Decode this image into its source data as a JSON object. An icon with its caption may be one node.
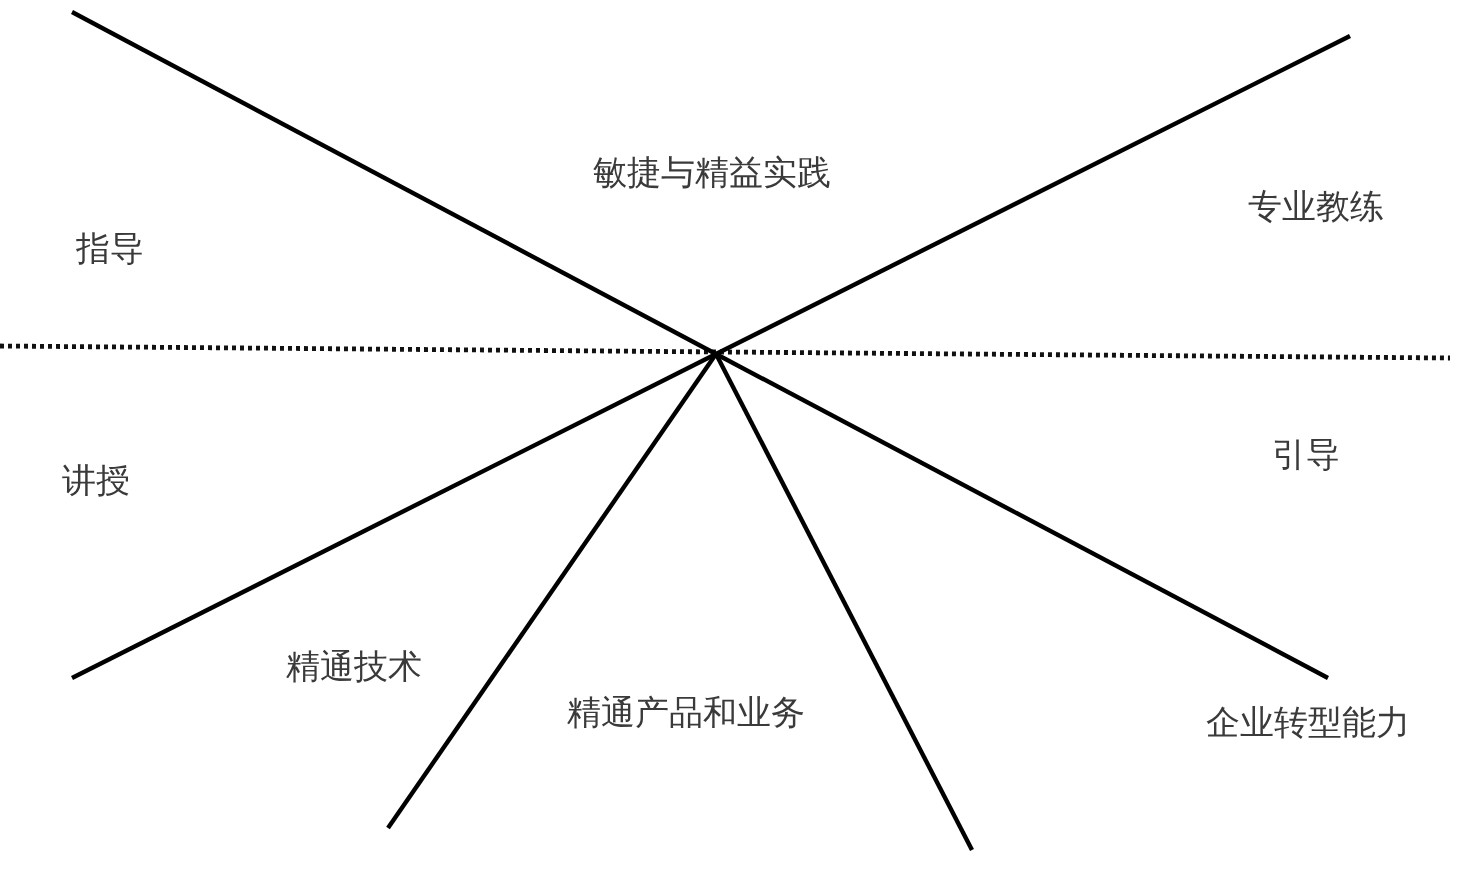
{
  "diagram": {
    "labels": [
      "敏捷与精益实践",
      "专业教练",
      "指导",
      "引导",
      "讲授",
      "精通技术",
      "精通产品和业务",
      "企业转型能力"
    ]
  }
}
